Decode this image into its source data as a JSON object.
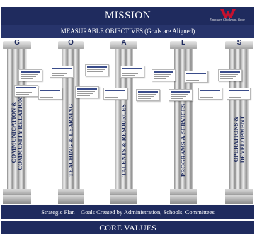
{
  "mission": {
    "title": "MISSION",
    "logo_tagline": "Empower, Challenge, Grow"
  },
  "objectives": {
    "label": "MEASURABLE OBJECTIVES (Goals are Aligned)"
  },
  "pillars": [
    {
      "letter": "G",
      "label_line1": "COMMUNICATION &",
      "label_line2": "COMMUNITY RELATIONS"
    },
    {
      "letter": "O",
      "label_line1": "TEACHING & LEARNING",
      "label_line2": ""
    },
    {
      "letter": "A",
      "label_line1": "TALENTS & RESOURCES",
      "label_line2": ""
    },
    {
      "letter": "L",
      "label_line1": "PROGRAMS & SERVICES",
      "label_line2": ""
    },
    {
      "letter": "S",
      "label_line1": "OPERATIONS &",
      "label_line2": "DEVELOPMENT"
    }
  ],
  "strategic_plan": {
    "text": "Strategic Plan – Goals Created by Administration, Schools, Committees"
  },
  "core_values": {
    "title": "CORE VALUES"
  },
  "colors": {
    "navy": "#1f2b5e",
    "logo_red": "#c8102e"
  }
}
